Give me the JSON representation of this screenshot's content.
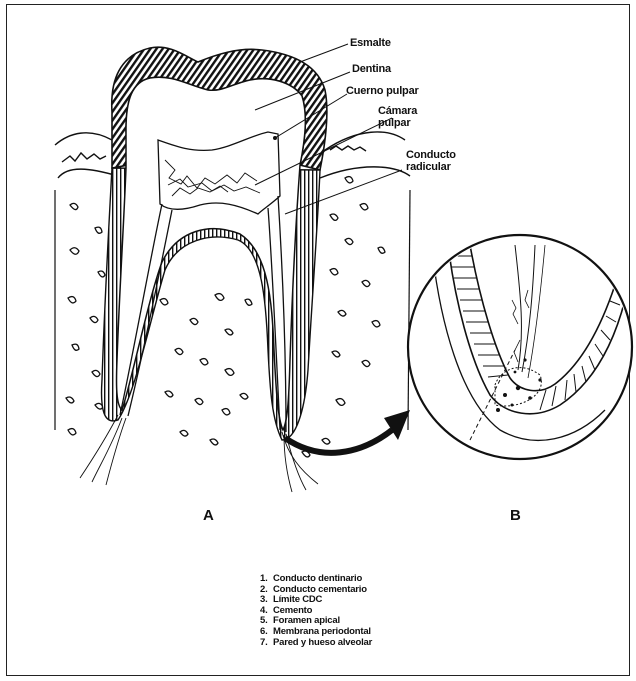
{
  "labels": {
    "esmalte": "Esmalte",
    "dentina": "Dentina",
    "cuerno_pulpar": "Cuerno pulpar",
    "camara_pulpar_1": "Cámara",
    "camara_pulpar_2": "pulpar",
    "conducto_radicular_1": "Conducto",
    "conducto_radicular_2": "radicular"
  },
  "panels": {
    "a": "A",
    "b": "B"
  },
  "legend": [
    {
      "num": "1.",
      "text": "Conducto dentinario"
    },
    {
      "num": "2.",
      "text": "Conducto cementario"
    },
    {
      "num": "3.",
      "text": "Límite CDC"
    },
    {
      "num": "4.",
      "text": "Cemento"
    },
    {
      "num": "5.",
      "text": "Foramen apical"
    },
    {
      "num": "6.",
      "text": "Membrana periodontal"
    },
    {
      "num": "7.",
      "text": "Pared y hueso alveolar"
    }
  ],
  "colors": {
    "ink": "#111111",
    "paper": "#ffffff"
  }
}
